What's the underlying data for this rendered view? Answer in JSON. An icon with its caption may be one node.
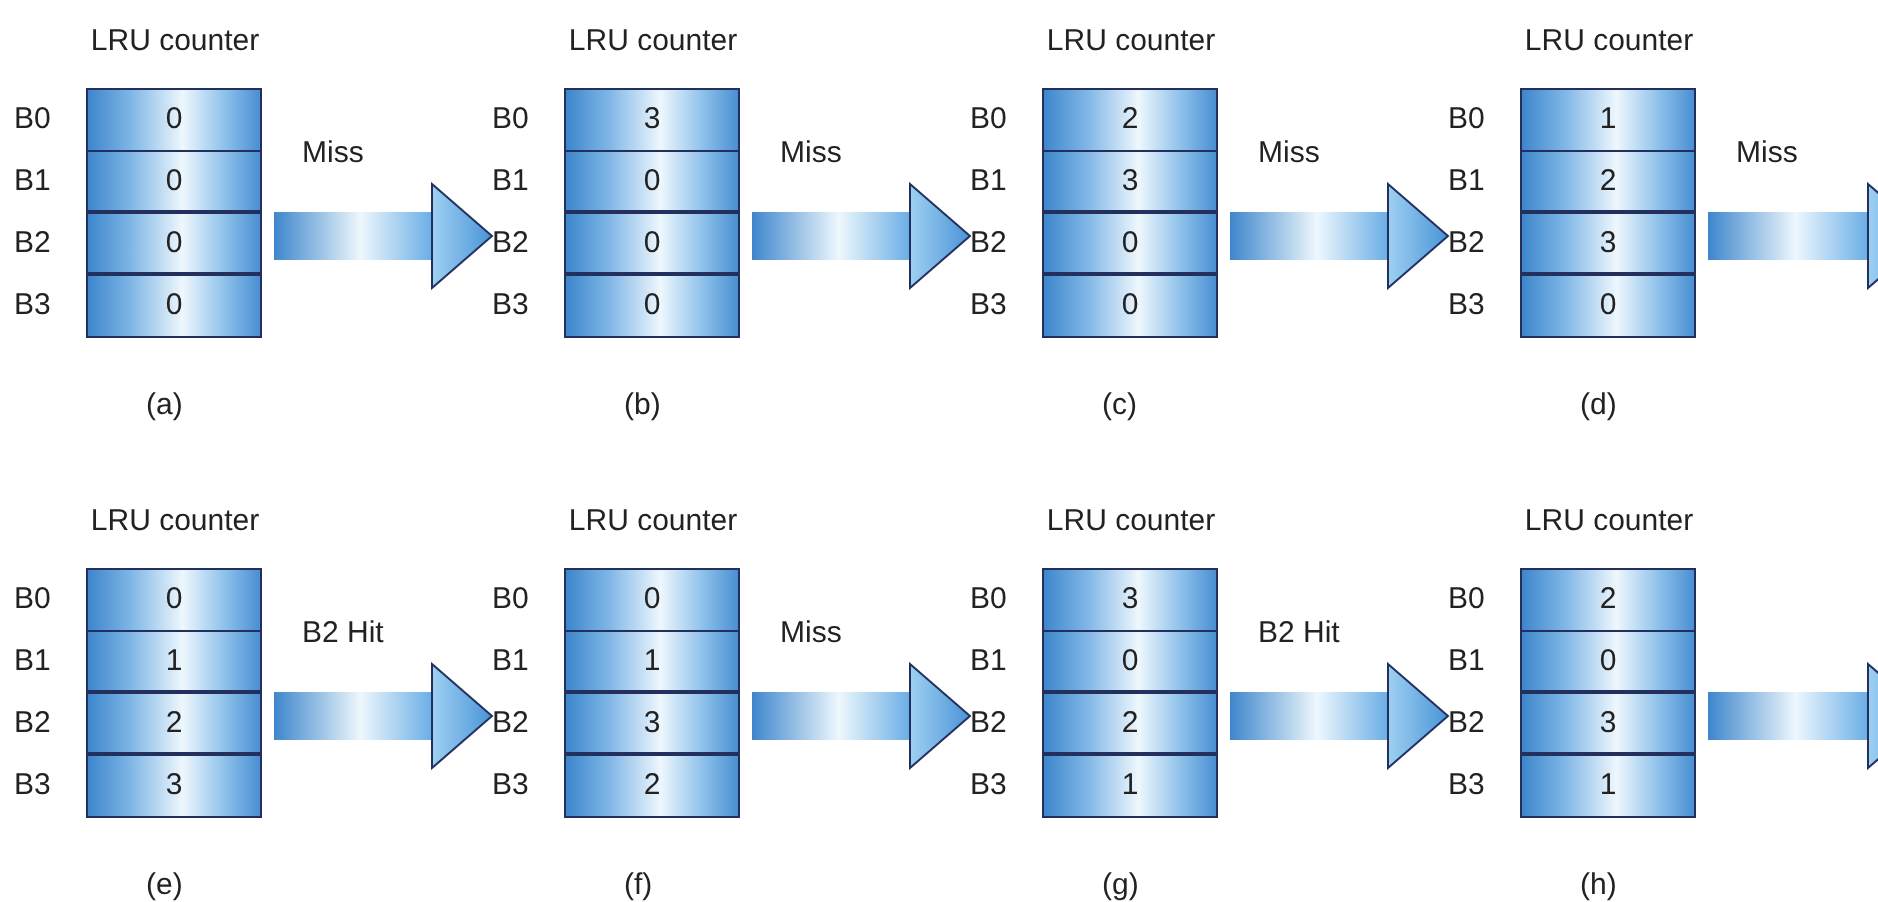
{
  "diagram": {
    "nodes": [
      {
        "text": [
          "LRU counter"
        ],
        "beside": [
          "(a)"
        ]
      },
      {
        "text": [
          "0"
        ],
        "in": 0,
        "beside": [
          "B0"
        ]
      },
      {
        "text": [
          "0"
        ],
        "in": 0,
        "beside": [
          "B1"
        ]
      },
      {
        "text": [
          "0"
        ],
        "in": 0,
        "beside": [
          "B2"
        ]
      },
      {
        "text": [
          "0"
        ],
        "in": 0,
        "beside": [
          "B3"
        ]
      },
      {
        "text": [
          "LRU counter"
        ],
        "beside": [
          "(b)"
        ]
      },
      {
        "text": [
          "3"
        ],
        "in": 5,
        "beside": [
          "B0"
        ]
      },
      {
        "text": [
          "0"
        ],
        "in": 5,
        "beside": [
          "B1"
        ]
      },
      {
        "text": [
          "0"
        ],
        "in": 5,
        "beside": [
          "B2"
        ]
      },
      {
        "text": [
          "0"
        ],
        "in": 5,
        "beside": [
          "B3"
        ]
      },
      {
        "text": [
          "LRU counter"
        ],
        "beside": [
          "(c)"
        ]
      },
      {
        "text": [
          "2"
        ],
        "in": 10,
        "beside": [
          "B0"
        ]
      },
      {
        "text": [
          "3"
        ],
        "in": 10,
        "beside": [
          "B1"
        ]
      },
      {
        "text": [
          "0"
        ],
        "in": 10,
        "beside": [
          "B2"
        ]
      },
      {
        "text": [
          "0"
        ],
        "in": 10,
        "beside": [
          "B3"
        ]
      },
      {
        "text": [
          "LRU counter"
        ],
        "beside": [
          "(d)"
        ]
      },
      {
        "text": [
          "1"
        ],
        "in": 15,
        "beside": [
          "B0"
        ]
      },
      {
        "text": [
          "2"
        ],
        "in": 15,
        "beside": [
          "B1"
        ]
      },
      {
        "text": [
          "3"
        ],
        "in": 15,
        "beside": [
          "B2"
        ]
      },
      {
        "text": [
          "0"
        ],
        "in": 15,
        "beside": [
          "B3"
        ]
      },
      {
        "text": [
          "LRU counter"
        ],
        "beside": [
          "(e)"
        ]
      },
      {
        "text": [
          "0"
        ],
        "in": 20,
        "beside": [
          "B0"
        ]
      },
      {
        "text": [
          "1"
        ],
        "in": 20,
        "beside": [
          "B1"
        ]
      },
      {
        "text": [
          "2"
        ],
        "in": 20,
        "beside": [
          "B2"
        ]
      },
      {
        "text": [
          "3"
        ],
        "in": 20,
        "beside": [
          "B3"
        ]
      },
      {
        "text": [
          "LRU counter"
        ],
        "beside": [
          "(f)"
        ]
      },
      {
        "text": [
          "0"
        ],
        "in": 25,
        "beside": [
          "B0"
        ]
      },
      {
        "text": [
          "1"
        ],
        "in": 25,
        "beside": [
          "B1"
        ]
      },
      {
        "text": [
          "3"
        ],
        "in": 25,
        "beside": [
          "B2"
        ]
      },
      {
        "text": [
          "2"
        ],
        "in": 25,
        "beside": [
          "B3"
        ]
      },
      {
        "text": [
          "LRU counter"
        ],
        "beside": [
          "(g)"
        ]
      },
      {
        "text": [
          "3"
        ],
        "in": 30,
        "beside": [
          "B0"
        ]
      },
      {
        "text": [
          "0"
        ],
        "in": 30,
        "beside": [
          "B1"
        ]
      },
      {
        "text": [
          "2"
        ],
        "in": 30,
        "beside": [
          "B2"
        ]
      },
      {
        "text": [
          "1"
        ],
        "in": 30,
        "beside": [
          "B3"
        ]
      },
      {
        "text": [
          "LRU counter"
        ],
        "beside": [
          "(h)"
        ]
      },
      {
        "text": [
          "2"
        ],
        "in": 35,
        "beside": [
          "B0"
        ]
      },
      {
        "text": [
          "0"
        ],
        "in": 35,
        "beside": [
          "B1"
        ]
      },
      {
        "text": [
          "3"
        ],
        "in": 35,
        "beside": [
          "B2"
        ]
      },
      {
        "text": [
          "1"
        ],
        "in": 35,
        "beside": [
          "B3"
        ]
      }
    ],
    "edges": [
      {
        "from": 0,
        "to": 5,
        "arrow": "to",
        "label": "Miss"
      },
      {
        "from": 5,
        "to": 10,
        "arrow": "to",
        "label": "Miss"
      },
      {
        "from": 10,
        "to": 15,
        "arrow": "to",
        "label": "Miss"
      },
      {
        "from": 15,
        "to": null,
        "arrow": "to",
        "label": "Miss"
      },
      {
        "from": 20,
        "to": 25,
        "arrow": "to",
        "label": "B2 Hit"
      },
      {
        "from": 25,
        "to": 30,
        "arrow": "to",
        "label": "Miss"
      },
      {
        "from": 30,
        "to": 35,
        "arrow": "to",
        "label": "B2 Hit"
      },
      {
        "from": 35,
        "to": null,
        "arrow": "to"
      }
    ]
  }
}
